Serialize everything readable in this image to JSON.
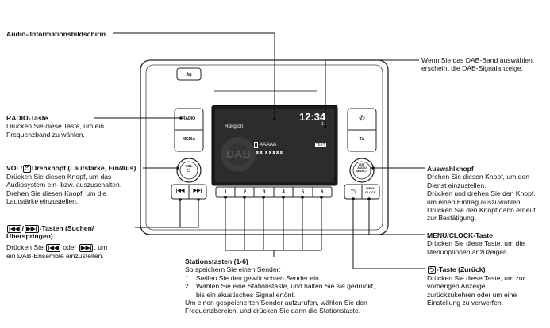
{
  "labels": {
    "audio_screen": "Audio-/Informationsbildschirm",
    "dab_band": {
      "line1": "Wenn Sie das DAB-Band auswählen,",
      "line2": "erscheint die DAB-Signalanzeige."
    },
    "radio_key": {
      "title": "RADIO-Taste",
      "line1": "Drücken Sie diese Taste, um ein",
      "line2": "Frequenzband zu wählen."
    },
    "vol_knob": {
      "title_prefix": "VOL/",
      "title_suffix": "Drehknopf (Lautstärke, Ein/Aus)",
      "line1": "Drücken Sie diesen Knopf, um das",
      "line2": "Audiosystem ein- bzw. auszuschalten.",
      "line3": "Drehen Sie diesen Knopf, um die",
      "line4": "Lautstärke einzustellen."
    },
    "seek_keys": {
      "title_suffix": "-Tasten (Suchen/",
      "title_line2": "Überspringen)",
      "text_prefix": "Drücken Sie",
      "text_mid": "oder",
      "text_suffix": ", um",
      "line2": "ein DAB-Ensemble einzustellen."
    },
    "select_knob": {
      "title": "Auswahlknopf",
      "line1": "Drehen Sie diesen Knopf, um den",
      "line2": "Dienst einzustellen.",
      "line3": "Drücken und drehen Sie den Knopf,",
      "line4": "um einen Eintrag auszuwählen.",
      "line5": "Drücken Sie den Knopf dann erneut",
      "line6": "zur Bestätigung."
    },
    "menu_clock": {
      "title": "MENU/CLOCK-Taste",
      "line1": "Drücken Sie diese Taste, um die",
      "line2": "Menüoptionen anzuzeigen."
    },
    "back_key": {
      "title_suffix": "-Taste (Zurück)",
      "line1": "Drücken Sie diese Taste, um zur",
      "line2": "vorherigen Anzeige",
      "line3": "zurückzukehren oder um eine",
      "line4": "Einstellung zu verwerfen."
    },
    "preset_keys": {
      "title": "Stationstasten (1-6)",
      "line1": "So speichern Sie einen Sender:",
      "step1_num": "1.",
      "step1": "Stellen Sie den gewünschten Sender ein.",
      "step2_num": "2.",
      "step2a": "Wählen Sie eine Stationstaste, und halten Sie sie gedrückt,",
      "step2b": "bis ein akustisches Signal ertönt.",
      "line4": "Um einen gespeicherten Sender aufzurufen, wählen Sie den",
      "line5": "Frequenzbereich, und drücken Sie dann die Stationstaste."
    }
  },
  "device": {
    "screen": {
      "clock": "12:34",
      "title": "Religion",
      "line1": "AAAAA",
      "line2": "XX XXXXX",
      "badge": "TEXT",
      "watermark": "DAB",
      "indicator": "1"
    },
    "buttons": {
      "radio": "RADIO",
      "media": "MEDIA",
      "ta": "TA",
      "vol": "VOL",
      "select1": "LIST",
      "select2": "AUDIO",
      "select3": "SELECT",
      "menu1": "MENU",
      "menu2": "CLOCK",
      "presets": [
        "1",
        "2",
        "3",
        "4",
        "5",
        "6"
      ]
    }
  }
}
